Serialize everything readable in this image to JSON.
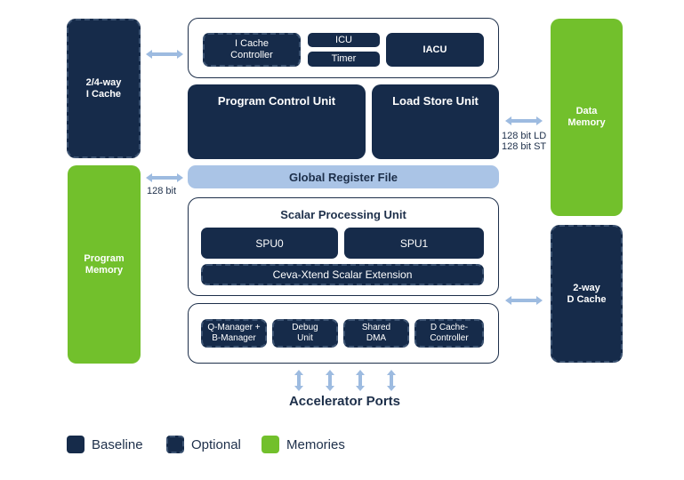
{
  "diagram": {
    "left": {
      "icache": "2/4-way\nI Cache",
      "program_memory": "Program\nMemory",
      "program_bus_label": "128 bit"
    },
    "right": {
      "data_memory": "Data\nMemory",
      "dcache": "2-way\nD Cache",
      "data_bus_label": "128 bit LD\n128 bit ST"
    },
    "top_frame": {
      "icache_controller": "I Cache\nController",
      "icu": "ICU",
      "timer": "Timer",
      "iacu": "IACU"
    },
    "program_control_unit": "Program Control Unit",
    "load_store_unit": "Load Store Unit",
    "global_register_file": "Global Register File",
    "scalar_processing_unit": {
      "title": "Scalar Processing Unit",
      "spu0": "SPU0",
      "spu1": "SPU1",
      "extension": "Ceva-Xtend Scalar Extension"
    },
    "bottom_frame": {
      "items": [
        "Q-Manager +\nB-Manager",
        "Debug\nUnit",
        "Shared\nDMA",
        "D Cache-\nController"
      ]
    },
    "accelerator_ports": "Accelerator Ports"
  },
  "legend": {
    "baseline": "Baseline",
    "optional": "Optional",
    "memories": "Memories"
  },
  "colors": {
    "navy": "#162b4a",
    "green": "#72c02c",
    "light_blue": "#aac4e6",
    "arrow": "#9dbbe0"
  }
}
